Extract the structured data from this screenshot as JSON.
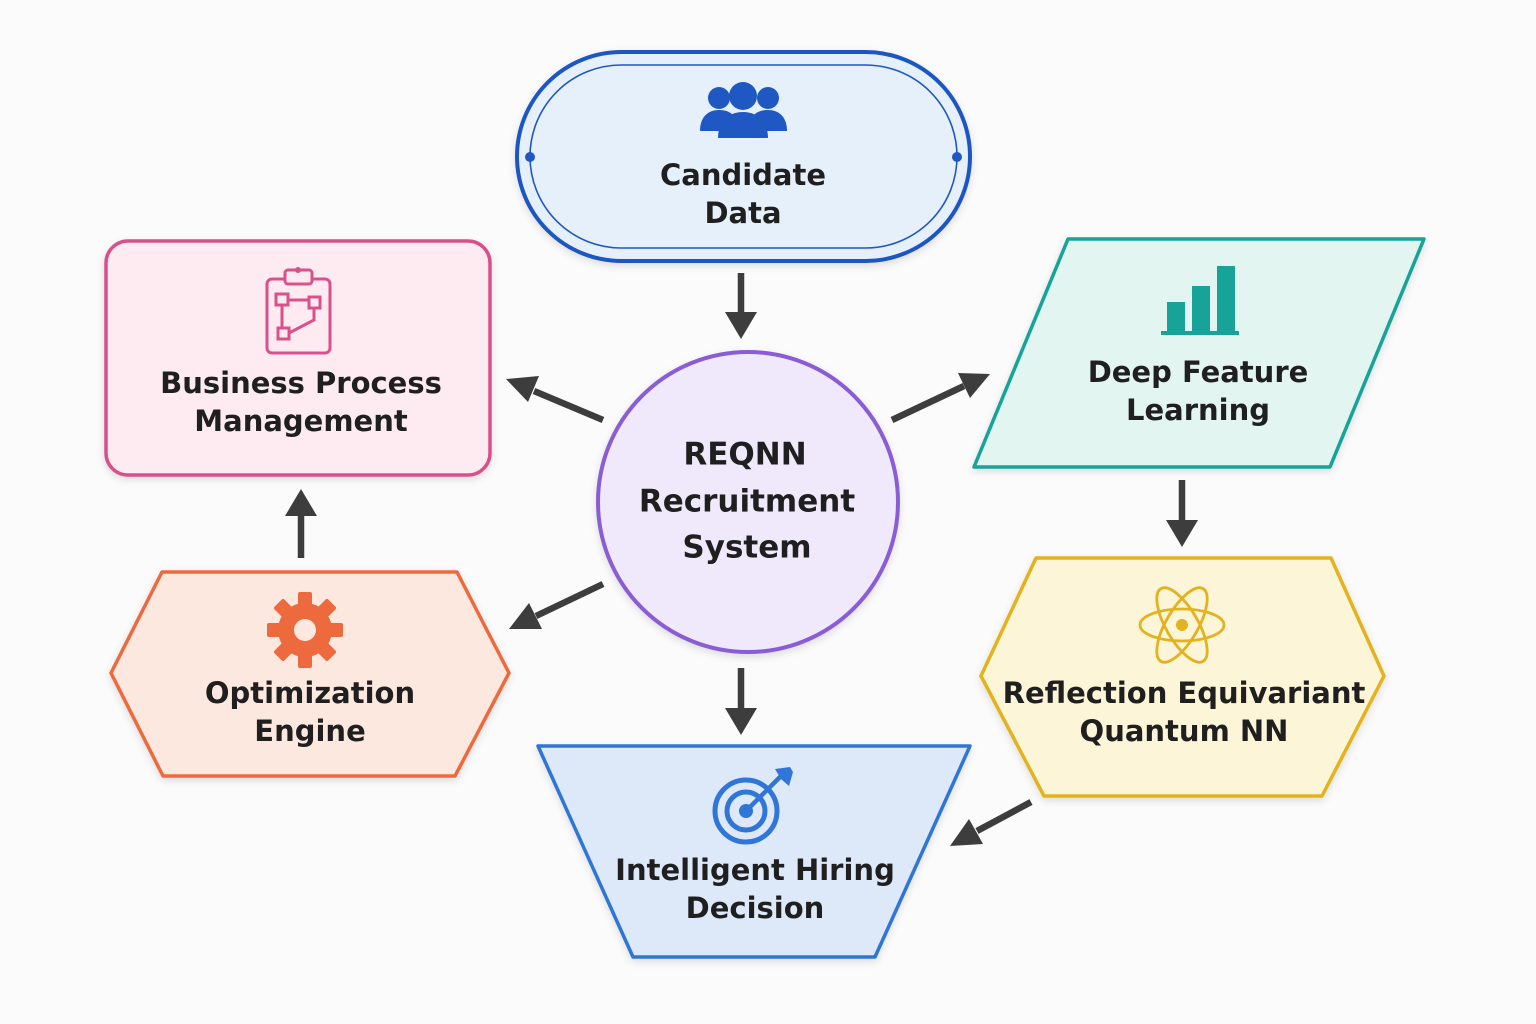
{
  "nodes": {
    "candidate_data": {
      "line1": "Candidate",
      "line2": "Data",
      "icon": "people-group-icon",
      "color": "#1f57c3",
      "fill": "#e6f0fb"
    },
    "center": {
      "line1": "REQNN",
      "line2": "Recruitment",
      "line3": "System",
      "color": "#8a5dd4",
      "fill": "#efe9fb"
    },
    "business_process": {
      "line1": "Business Process",
      "line2": "Management",
      "icon": "clipboard-workflow-icon",
      "color": "#d9508a",
      "fill": "#fdebf1"
    },
    "deep_feature": {
      "line1": "Deep Feature",
      "line2": "Learning",
      "icon": "bar-chart-icon",
      "color": "#17a398",
      "fill": "#e2f5f1"
    },
    "optimization": {
      "line1": "Optimization",
      "line2": "Engine",
      "icon": "gear-icon",
      "color": "#ec6a3d",
      "fill": "#fde8df"
    },
    "reflection": {
      "line1": "Reflection Equivariant",
      "line2": "Quantum NN",
      "icon": "atom-icon",
      "color": "#e3b21f",
      "fill": "#fdf5d8"
    },
    "hiring": {
      "line1": "Intelligent Hiring",
      "line2": "Decision",
      "icon": "target-icon",
      "color": "#2f76d6",
      "fill": "#dde9f9"
    }
  },
  "edges": [
    {
      "from": "candidate_data",
      "to": "center"
    },
    {
      "from": "center",
      "to": "business_process"
    },
    {
      "from": "center",
      "to": "deep_feature"
    },
    {
      "from": "center",
      "to": "optimization"
    },
    {
      "from": "center",
      "to": "hiring"
    },
    {
      "from": "optimization",
      "to": "business_process"
    },
    {
      "from": "deep_feature",
      "to": "reflection"
    },
    {
      "from": "reflection",
      "to": "hiring"
    }
  ],
  "arrow_color": "#3d3d3d"
}
